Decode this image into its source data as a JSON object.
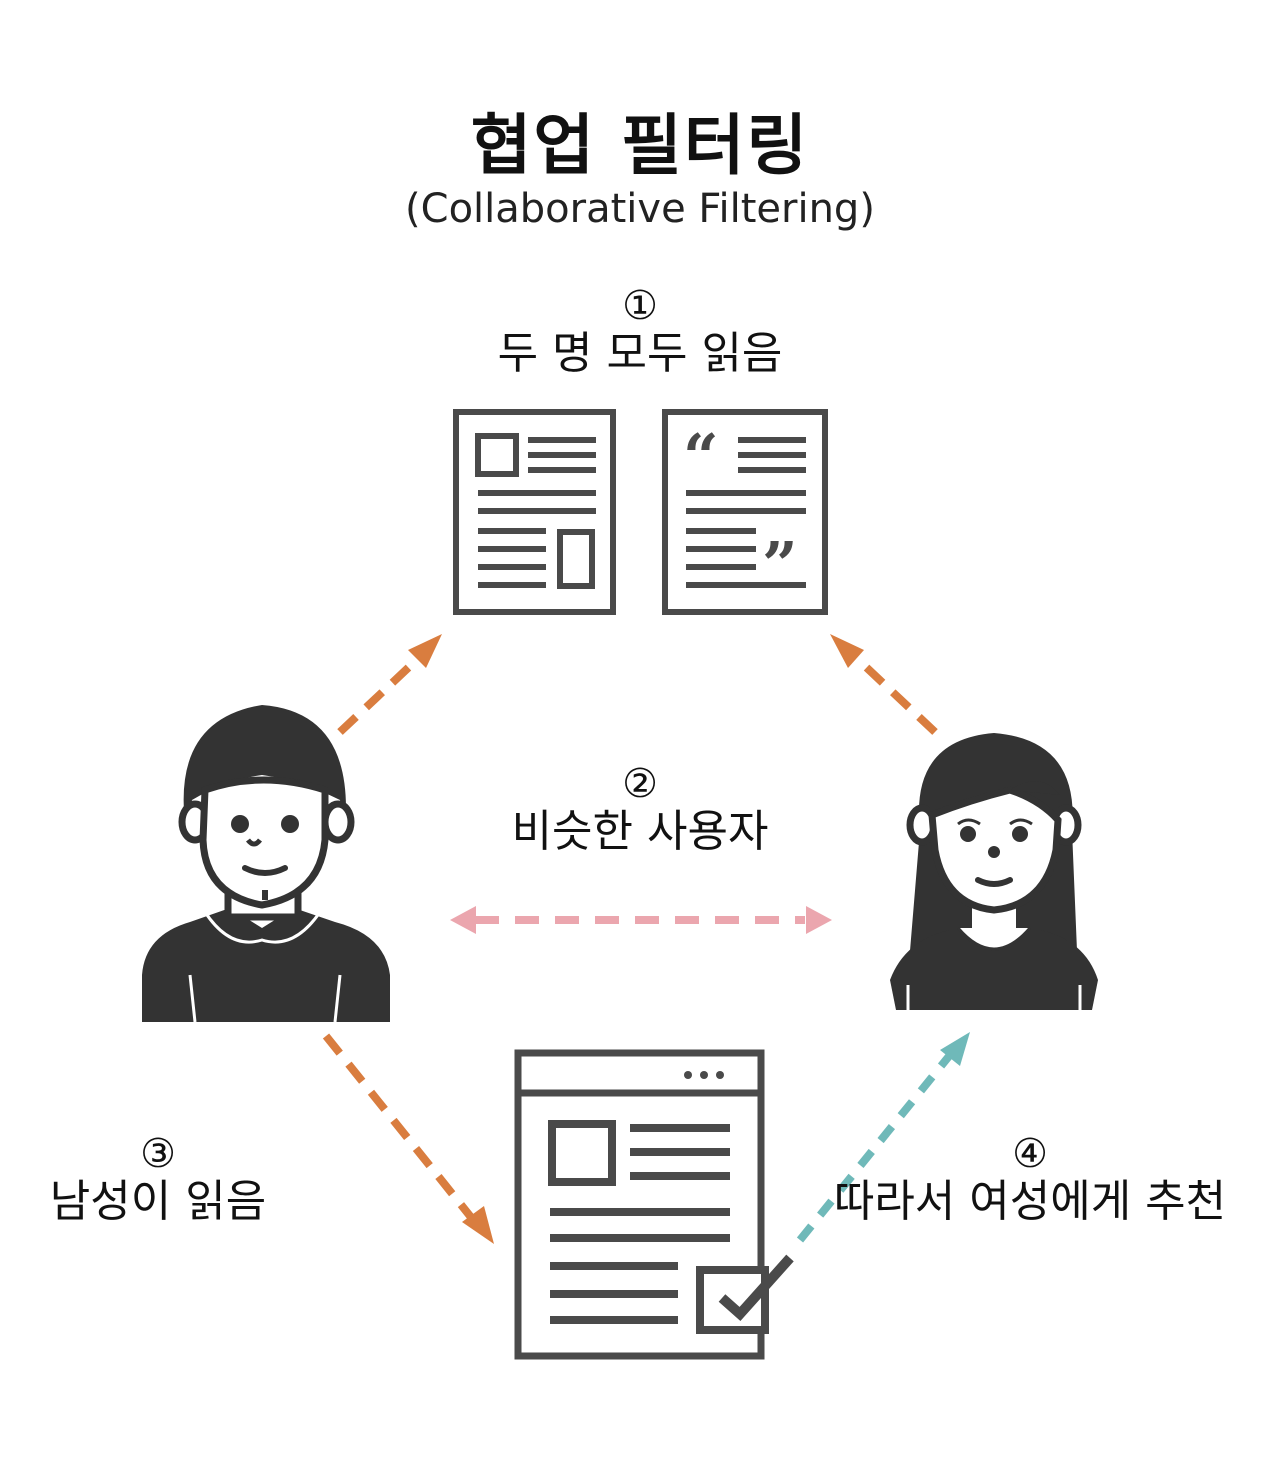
{
  "title": "협업 필터링",
  "subtitle": "(Collaborative Filtering)",
  "steps": [
    {
      "number": "①",
      "label": "두 명 모두 읽음"
    },
    {
      "number": "②",
      "label": "비슷한 사용자"
    },
    {
      "number": "③",
      "label": "남성이 읽음"
    },
    {
      "number": "④",
      "label": "따라서 여성에게 추천"
    }
  ],
  "colors": {
    "icon": "#444444",
    "orange_arrow": "#d97d3f",
    "pink_arrow": "#eba6ae",
    "teal_arrow": "#6fb9b9"
  },
  "icons": [
    "article-icon",
    "quote-article-icon",
    "man-icon",
    "woman-icon",
    "recommended-article-icon",
    "checkbox-icon"
  ]
}
